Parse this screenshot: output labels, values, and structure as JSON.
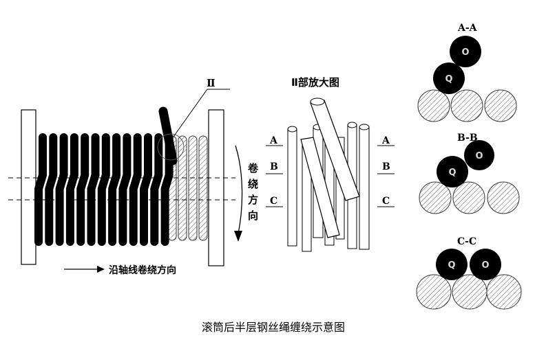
{
  "caption": "滚筒后半层钢丝绳缠绕示意图",
  "detail_marker": "Ⅱ",
  "detail_title": "Ⅱ部放大图",
  "section_letters": {
    "a": "A",
    "b": "B",
    "c": "C"
  },
  "winding_direction": [
    "卷",
    "绕",
    "方",
    "向"
  ],
  "axial_direction": "沿轴线卷绕方向",
  "sections": {
    "aa": {
      "title": "A-A",
      "upper": "O",
      "lower": "Q"
    },
    "bb": {
      "title": "B-B",
      "upper": "O",
      "lower": "Q"
    },
    "cc": {
      "title": "C-C",
      "left": "Q",
      "right": "O"
    }
  },
  "colors": {
    "rope": "#000000",
    "hatch": "#555555",
    "background": "#ffffff"
  }
}
